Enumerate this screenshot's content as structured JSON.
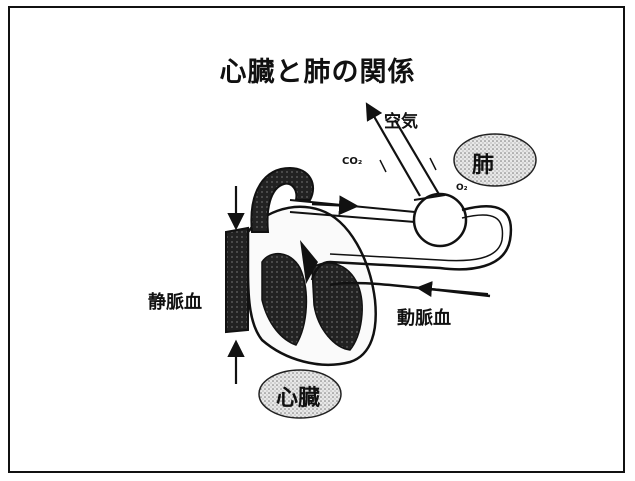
{
  "diagram": {
    "title": "心臓と肺の関係",
    "labels": {
      "air": "空気",
      "co2": "CO₂",
      "o2": "O₂",
      "vein_blood": "静脈血",
      "artery_blood": "動脈血"
    },
    "bubbles": {
      "lung": "肺",
      "heart": "心臓"
    }
  }
}
